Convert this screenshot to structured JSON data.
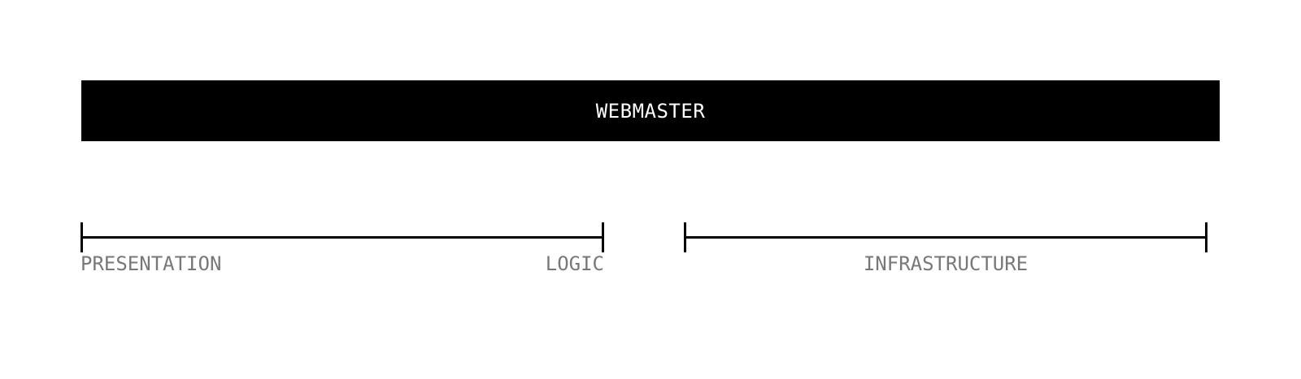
{
  "banner": {
    "label": "WEBMASTER"
  },
  "ranges": [
    {
      "name": "presentation-logic",
      "labels": [
        "PRESENTATION",
        "LOGIC"
      ],
      "label_alignment": "edges"
    },
    {
      "name": "infrastructure",
      "labels": [
        "INFRASTRUCTURE"
      ],
      "label_alignment": "center"
    }
  ],
  "colors": {
    "background": "#ffffff",
    "bar_background": "#000000",
    "bar_text": "#ffffff",
    "bracket_line": "#000000",
    "range_label_text": "#787878"
  }
}
